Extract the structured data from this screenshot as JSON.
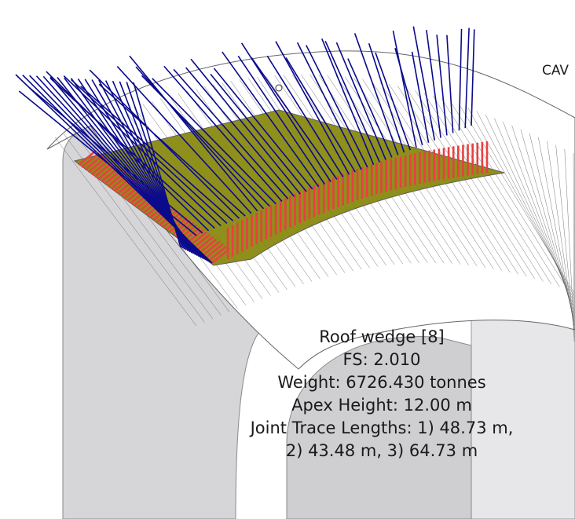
{
  "scene": {
    "side_label": "CAV",
    "colors": {
      "background": "#ffffff",
      "tunnel_face": "#d6d6d8",
      "mesh_line": "#555555",
      "wedge_fill": "#8a8a10",
      "bolt_blue": "#0a0a8c",
      "bolt_red": "#e84040"
    },
    "icons": [
      "tunnel-3d-model",
      "roof-wedge-shape",
      "rock-bolt-lines",
      "axis-marker-icon"
    ]
  },
  "info": {
    "title": "Roof wedge [8]",
    "fs": "FS: 2.010",
    "weight": "Weight: 6726.430 tonnes",
    "apex": "Apex Height: 12.00 m",
    "joints_line1": "Joint Trace Lengths: 1) 48.73 m,",
    "joints_line2": "2) 43.48 m,  3) 64.73 m"
  }
}
